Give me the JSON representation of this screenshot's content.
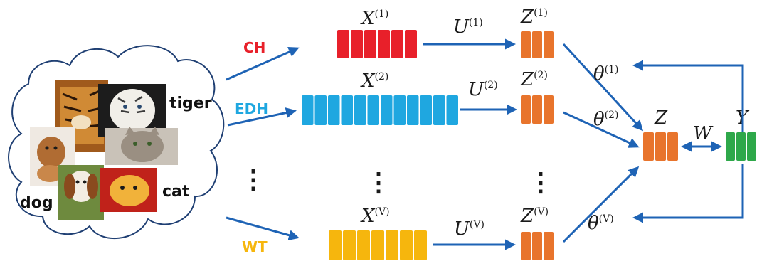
{
  "colors": {
    "ch": "#e8202a",
    "edh": "#1fa7e0",
    "wt": "#f6b60d",
    "latent": "#e8742c",
    "label": "#2ea84a",
    "arrow": "#1e63b5",
    "cloud": "#1f3f73"
  },
  "images": {
    "labels": [
      "tiger",
      "dog",
      "cat"
    ],
    "icons": [
      "tiger-photo",
      "white-tiger-photo",
      "puppy-photo",
      "beagle-photo",
      "kitten-photo",
      "orange-cat-photo"
    ]
  },
  "views": [
    {
      "feature": "CH",
      "x": {
        "base": "X",
        "sup": "(1)"
      },
      "u": {
        "base": "U",
        "sup": "(1)"
      },
      "z": {
        "base": "Z",
        "sup": "(1)"
      },
      "theta": {
        "base": "θ",
        "sup": "(1)"
      }
    },
    {
      "feature": "EDH",
      "x": {
        "base": "X",
        "sup": "(2)"
      },
      "u": {
        "base": "U",
        "sup": "(2)"
      },
      "z": {
        "base": "Z",
        "sup": "(2)"
      },
      "theta": {
        "base": "θ",
        "sup": "(2)"
      }
    },
    {
      "feature": "WT",
      "x": {
        "base": "X",
        "sup": "(V)"
      },
      "u": {
        "base": "U",
        "sup": "(V)"
      },
      "z": {
        "base": "Z",
        "sup": "(V)"
      },
      "theta": {
        "base": "θ",
        "sup": "(V)"
      }
    }
  ],
  "shared": {
    "z": "Z",
    "w": "W",
    "y": "Y"
  },
  "dots": "⋮"
}
